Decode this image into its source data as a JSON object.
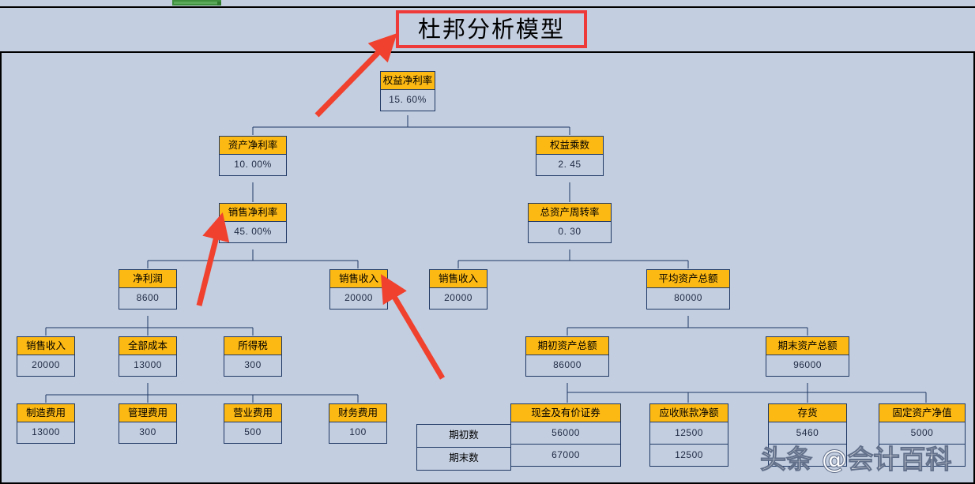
{
  "title": "杜邦分析模型",
  "watermark": "头条 @会计百科",
  "accent": {
    "node_header": "#fcb813",
    "node_border": "#1f3864",
    "canvas": "#c3cee0",
    "arrow": "#f0412e",
    "title_border": "#ef3a3a"
  },
  "nodes": {
    "roe": {
      "label": "权益净利率",
      "value": "15. 60%"
    },
    "roa": {
      "label": "资产净利率",
      "value": "10. 00%"
    },
    "em": {
      "label": "权益乘数",
      "value": "2. 45"
    },
    "npm": {
      "label": "销售净利率",
      "value": "45. 00%"
    },
    "tat": {
      "label": "总资产周转率",
      "value": "0. 30"
    },
    "netprofit": {
      "label": "净利润",
      "value": "8600"
    },
    "revenue_a": {
      "label": "销售收入",
      "value": "20000"
    },
    "revenue_b": {
      "label": "销售收入",
      "value": "20000"
    },
    "avgassets": {
      "label": "平均资产总额",
      "value": "80000"
    },
    "revenue_c": {
      "label": "销售收入",
      "value": "20000"
    },
    "totalcost": {
      "label": "全部成本",
      "value": "13000"
    },
    "incometax": {
      "label": "所得税",
      "value": "300"
    },
    "beginassets": {
      "label": "期初资产总额",
      "value": "86000"
    },
    "endassets": {
      "label": "期末资产总额",
      "value": "96000"
    },
    "mfgcost": {
      "label": "制造费用",
      "value": "13000"
    },
    "admincost": {
      "label": "管理费用",
      "value": "300"
    },
    "opcost": {
      "label": "营业费用",
      "value": "500"
    },
    "fincost": {
      "label": "财务费用",
      "value": "100"
    },
    "cash": {
      "label": "现金及有价证券",
      "begin": "56000",
      "end": "67000"
    },
    "receivable": {
      "label": "应收账款净额",
      "begin": "12500",
      "end": "12500"
    },
    "inventory": {
      "label": "存货",
      "begin": "5460",
      "end": ""
    },
    "fixedasset": {
      "label": "固定资产净值",
      "begin": "5000",
      "end": ""
    }
  },
  "row_labels": {
    "begin": "期初数",
    "end": "期末数"
  }
}
